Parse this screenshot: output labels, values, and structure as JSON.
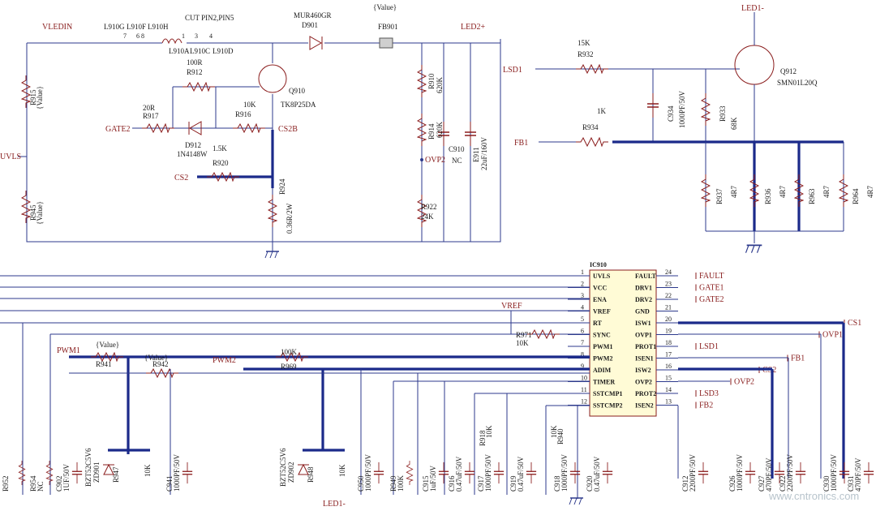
{
  "nets": {
    "vledin": "VLEDIN",
    "uvls": "UVLS",
    "gate2": "GATE2",
    "cs2": "CS2",
    "cs2b": "CS2B",
    "ovp2": "OVP2",
    "led2p": "LED2+",
    "led1m": "LED1-",
    "lsd1": "LSD1",
    "fb1": "FB1",
    "pwm1": "PWM1",
    "pwm2": "PWM2",
    "vref": "VREF",
    "value": "{Value}",
    "cut_pins": "CUT PIN2,PIN5",
    "led1m_bottom": "LED1-"
  },
  "top_left": {
    "inductor_pins": [
      "L910G",
      "L910F",
      "L910H"
    ],
    "inductor_pins_low": [
      "L910A",
      "L910C",
      "L910D"
    ],
    "pin_numbers": [
      "7",
      "6 8",
      "1",
      "3",
      "4"
    ],
    "diode_d901": [
      "MUR460GR",
      "D901"
    ],
    "bead": "FB901",
    "r912": [
      "100R",
      "R912"
    ],
    "r917": [
      "20R",
      "R917"
    ],
    "d912": [
      "D912",
      "1N4148W"
    ],
    "r916": [
      "10K",
      "R916"
    ],
    "r920": [
      "1.5K",
      "R920"
    ],
    "q910": [
      "Q910",
      "TK8P25DA"
    ],
    "r924": [
      "R924",
      "0.36R/2W"
    ],
    "r915": [
      "R915",
      "{Value}"
    ],
    "r945": [
      "R945",
      "{Value}"
    ],
    "r910": [
      "R910",
      "620K"
    ],
    "r914": [
      "R914",
      "620K"
    ],
    "r922": [
      "R922",
      "24K"
    ],
    "c910": [
      "C910",
      "NC"
    ],
    "e911": [
      "E911",
      "22uF/160V"
    ]
  },
  "top_right": {
    "r932": [
      "15K",
      "R932"
    ],
    "r934": [
      "1K",
      "R934"
    ],
    "c934": [
      "C934",
      "1000PF/50V"
    ],
    "r933": [
      "R933",
      "68K"
    ],
    "q912": [
      "Q912",
      "SMN01L20Q"
    ],
    "sense": [
      [
        "R937",
        "4R7"
      ],
      [
        "R936",
        "4R7"
      ],
      [
        "R963",
        "4R7"
      ],
      [
        "R964",
        "4R7"
      ]
    ]
  },
  "ic": {
    "name": "IC910",
    "left_pins": [
      {
        "n": "1",
        "name": "UVLS"
      },
      {
        "n": "2",
        "name": "VCC"
      },
      {
        "n": "3",
        "name": "ENA"
      },
      {
        "n": "4",
        "name": "VREF"
      },
      {
        "n": "5",
        "name": "RT"
      },
      {
        "n": "6",
        "name": "SYNC"
      },
      {
        "n": "7",
        "name": "PWM1"
      },
      {
        "n": "8",
        "name": "PWM2"
      },
      {
        "n": "9",
        "name": "ADIM"
      },
      {
        "n": "10",
        "name": "TIMER"
      },
      {
        "n": "11",
        "name": "SSTCMP1"
      },
      {
        "n": "12",
        "name": "SSTCMP2"
      }
    ],
    "right_pins": [
      {
        "n": "24",
        "name": "FAULT",
        "net": "FAULT"
      },
      {
        "n": "23",
        "name": "DRV1",
        "net": "GATE1"
      },
      {
        "n": "22",
        "name": "DRV2",
        "net": "GATE2"
      },
      {
        "n": "21",
        "name": "GND",
        "net": ""
      },
      {
        "n": "20",
        "name": "ISW1",
        "net": "CS1"
      },
      {
        "n": "19",
        "name": "OVP1",
        "net": "OVP1"
      },
      {
        "n": "18",
        "name": "PROT1",
        "net": "LSD1"
      },
      {
        "n": "17",
        "name": "ISEN1",
        "net": "FB1"
      },
      {
        "n": "16",
        "name": "ISW2",
        "net": "CS2"
      },
      {
        "n": "15",
        "name": "OVP2",
        "net": "OVP2"
      },
      {
        "n": "14",
        "name": "PROT2",
        "net": "LSD3"
      },
      {
        "n": "13",
        "name": "ISEN2",
        "net": "FB2"
      }
    ]
  },
  "bottom": {
    "r971": [
      "R971",
      "10K"
    ],
    "r941": [
      "R941",
      "{Value}"
    ],
    "r942": [
      "R942",
      "{Value}"
    ],
    "r969": [
      "R969",
      "100K"
    ],
    "zener1": [
      "BZT52C5V6",
      "ZD901"
    ],
    "zener2": [
      "BZT52C5V6",
      "ZD902"
    ],
    "r947": [
      "R947",
      "10K"
    ],
    "r948": [
      "R948",
      "10K"
    ],
    "bottom_parts": [
      [
        "R952"
      ],
      [
        "R954",
        "NC"
      ],
      [
        "C902",
        "1UF/50V"
      ],
      [
        "C941",
        "1000PF/50V"
      ],
      [
        "C950",
        "1000PF/50V"
      ],
      [
        "R949",
        "100K"
      ],
      [
        "C915",
        "1uF/50V"
      ],
      [
        "C916",
        "0.47uF/50V"
      ],
      [
        "C917",
        "1000PF/50V"
      ],
      [
        "C919",
        "0.47uF/50V"
      ],
      [
        "C918",
        "1000PF/50V"
      ],
      [
        "C920",
        "0.47uF/50V"
      ],
      [
        "C912",
        "2200PF/50V"
      ],
      [
        "C926",
        "1000PF/50V"
      ],
      [
        "C927",
        "470PF/50V"
      ],
      [
        "C922",
        "2200PF/50V"
      ],
      [
        "C930",
        "1000PF/50V"
      ],
      [
        "C931",
        "470PF/50V"
      ]
    ],
    "r_mid": [
      [
        "R918",
        "10K"
      ],
      [
        "R940",
        "10K"
      ]
    ],
    "watermark": "www.cntronics.com"
  }
}
